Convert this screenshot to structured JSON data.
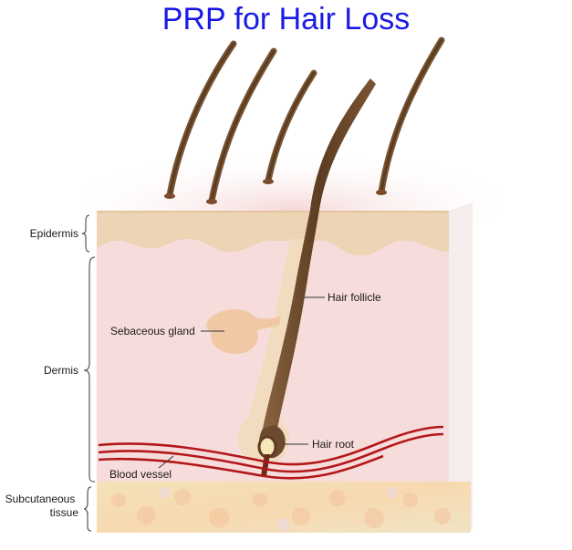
{
  "title": "PRP for Hair Loss",
  "layers": {
    "epidermis": "Epidermis",
    "dermis": "Dermis",
    "subcutaneous_line1": "Subcutaneous",
    "subcutaneous_line2": "tissue"
  },
  "structures": {
    "hair_follicle": "Hair follicle",
    "sebaceous_gland": "Sebaceous gland",
    "hair_root": "Hair root",
    "blood_vessel": "Blood vessel"
  },
  "colors": {
    "title": "#1a1ae6",
    "epidermis": "#ecd4b4",
    "dermis": "#f7dcdc",
    "hair": "#6b4a2e",
    "follicle": "#f2dcc0",
    "blood_vessel": "#b3171a"
  }
}
